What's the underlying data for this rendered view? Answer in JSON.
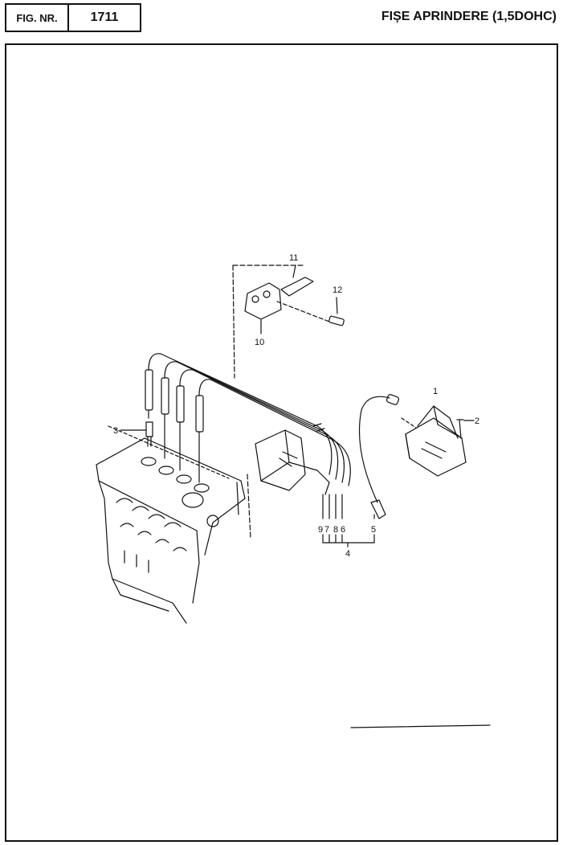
{
  "header": {
    "fig_label": "FIG. NR.",
    "fig_number": "1711",
    "title": "FIȘE APRINDERE (1,5DOHC)"
  },
  "callouts": {
    "c1": "1",
    "c2": "2",
    "c3": "3",
    "c4": "4",
    "c5": "5",
    "c6": "6",
    "c7": "7",
    "c8": "8",
    "c9": "9",
    "c10": "10",
    "c11": "11",
    "c12": "12"
  }
}
